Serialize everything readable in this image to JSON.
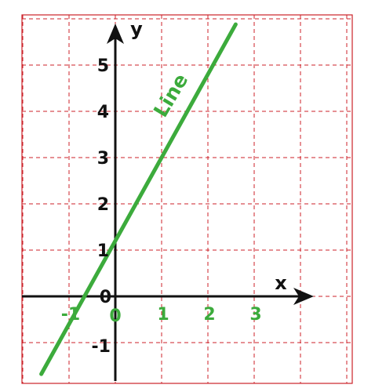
{
  "chart_data": {
    "type": "line",
    "xlabel": "x",
    "ylabel": "y",
    "x_ticks": [
      {
        "value": -1,
        "label": "-1"
      },
      {
        "value": 0,
        "label": "0"
      },
      {
        "value": 1,
        "label": "1"
      },
      {
        "value": 2,
        "label": "2"
      },
      {
        "value": 3,
        "label": "3"
      }
    ],
    "y_ticks": [
      {
        "value": -1,
        "label": "-1"
      },
      {
        "value": 0,
        "label": "0"
      },
      {
        "value": 1,
        "label": "1"
      },
      {
        "value": 2,
        "label": "2"
      },
      {
        "value": 3,
        "label": "3"
      },
      {
        "value": 4,
        "label": "4"
      },
      {
        "value": 5,
        "label": "5"
      }
    ],
    "xlim": [
      -2,
      5
    ],
    "ylim": [
      -1.8,
      6
    ],
    "grid": true,
    "series": [
      {
        "name": "Line",
        "slope": 1.8,
        "intercept": 1.2,
        "x": [
          -1.6,
          2.6
        ],
        "y": [
          -1.68,
          5.88
        ]
      }
    ]
  },
  "colors": {
    "grid": "#cc2229",
    "axis": "#111111",
    "line": "#3cab3c",
    "x_tick_text": "#3cab3c",
    "y_tick_text": "#111111"
  }
}
